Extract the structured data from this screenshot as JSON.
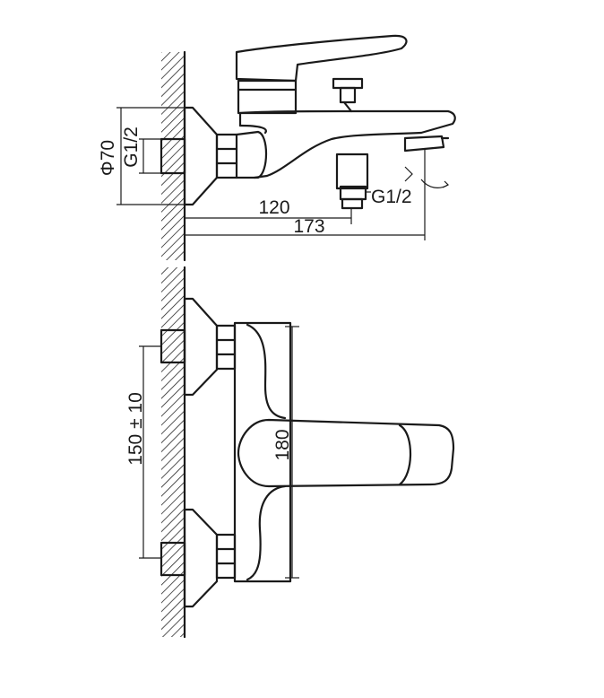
{
  "dimensions": {
    "side_view": {
      "flange_diameter": "Φ70",
      "inlet_thread": "G1/2",
      "outlet_thread": "G1/2",
      "depth_to_outlet": "120",
      "depth_to_spout": "173"
    },
    "front_view": {
      "inlet_spacing": "150 ± 10",
      "body_height": "180"
    }
  },
  "colors": {
    "line": "#1a1a1a",
    "background": "#ffffff"
  }
}
